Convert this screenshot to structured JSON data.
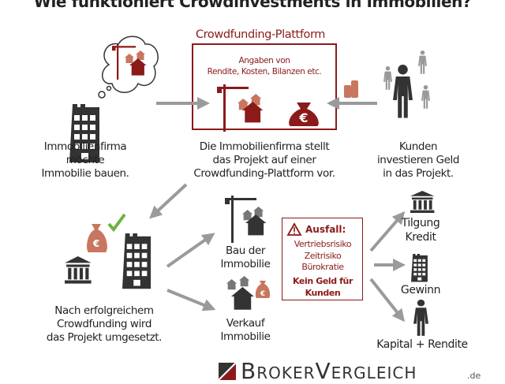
{
  "title": "Wie funktioniert Crowdinvestments in Immobilien?",
  "platform": {
    "heading": "Crowdfunding-Plattform",
    "info_line1": "Angaben von",
    "info_line2": "Rendite, Kosten, Bilanzen etc.",
    "currency_symbol": "€"
  },
  "steps": {
    "company": [
      "Immobilienfirma",
      "möchte",
      "Immobilie bauen."
    ],
    "platform": [
      "Die Immobilienfirma stellt",
      "das Projekt auf einer",
      "Crowdfunding-Plattform vor."
    ],
    "customers": [
      "Kunden",
      "investieren Geld",
      "in das Projekt."
    ],
    "realized": [
      "Nach erfolgreichem",
      "Crowdfunding wird",
      "das Projekt umgesetzt."
    ],
    "build": [
      "Bau der",
      "Immobilie"
    ],
    "sale": [
      "Verkauf",
      "Immobilie"
    ]
  },
  "risk": {
    "heading": "Ausfall:",
    "items": [
      "Vertriebsrisiko",
      "Zeitrisiko",
      "Bürokratie"
    ],
    "consequence": [
      "Kein Geld für",
      "Kunden"
    ]
  },
  "outcomes": {
    "repayment": [
      "Tilgung",
      "Kredit"
    ],
    "profit": "Gewinn",
    "investor": "Kapital + Rendite"
  },
  "logo": {
    "brand": "BrokerVergleich",
    "tld": ".de"
  },
  "colors": {
    "accent": "#8b1a1a",
    "salmon": "#c8765f",
    "icon": "#333333",
    "arrow": "#9a9a9a"
  }
}
